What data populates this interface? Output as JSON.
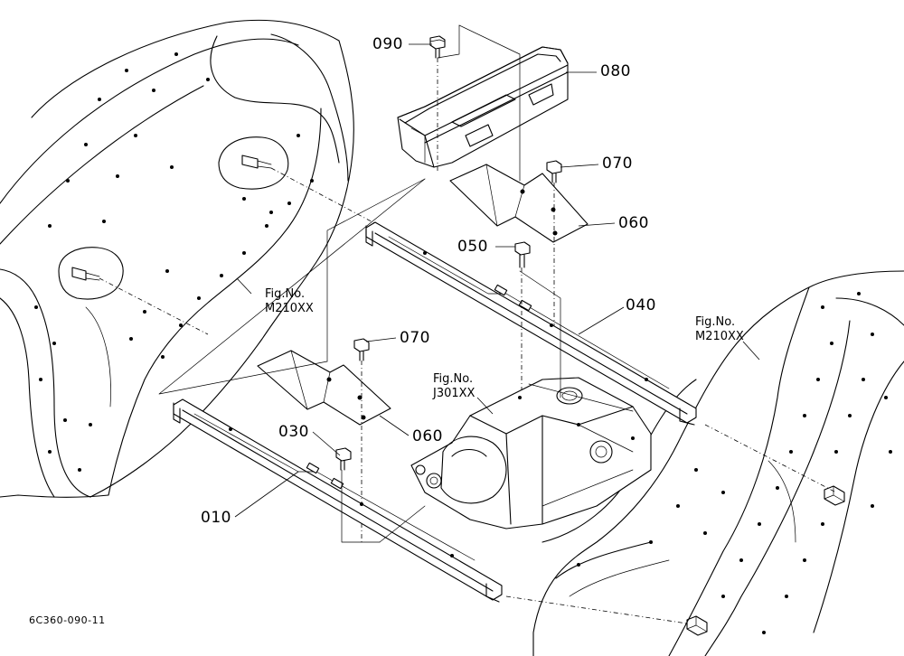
{
  "diagram": {
    "parts": [
      {
        "id": "p010",
        "label": "010"
      },
      {
        "id": "p030",
        "label": "030"
      },
      {
        "id": "p040",
        "label": "040"
      },
      {
        "id": "p050",
        "label": "050"
      },
      {
        "id": "p060a",
        "label": "060"
      },
      {
        "id": "p060b",
        "label": "060"
      },
      {
        "id": "p070a",
        "label": "070"
      },
      {
        "id": "p070b",
        "label": "070"
      },
      {
        "id": "p080",
        "label": "080"
      },
      {
        "id": "p090",
        "label": "090"
      }
    ],
    "references": [
      {
        "id": "ref_left",
        "title": "Fig.No.",
        "code": "M210XX"
      },
      {
        "id": "ref_right",
        "title": "Fig.No.",
        "code": "M210XX"
      },
      {
        "id": "ref_center",
        "title": "Fig.No.",
        "code": "J301XX"
      }
    ],
    "drawing_code": "6C360-090-11"
  }
}
